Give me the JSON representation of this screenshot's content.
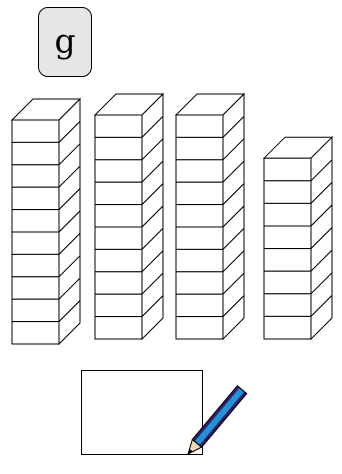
{
  "label": {
    "letter": "g"
  },
  "towers": [
    {
      "blocks": 10
    },
    {
      "blocks": 10
    },
    {
      "blocks": 10
    },
    {
      "blocks": 8
    }
  ],
  "answer": {
    "value": ""
  },
  "icons": {
    "pencil": "pencil-icon"
  },
  "colors": {
    "tile_fill": "#e6e6e6",
    "pencil_blue": "#1f94d6",
    "pencil_purple": "#3b1a6b",
    "pencil_wood": "#f3dcb2"
  }
}
